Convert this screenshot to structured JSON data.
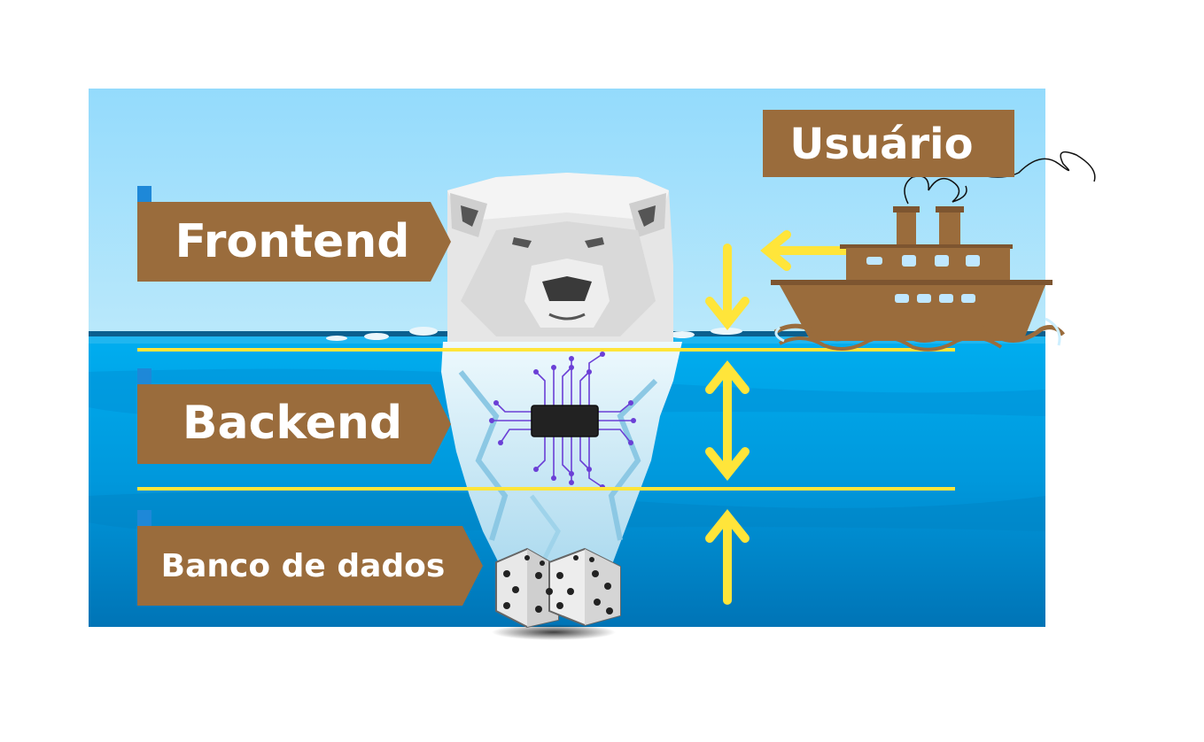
{
  "labels": {
    "user": "Usuário",
    "frontend": "Frontend",
    "backend": "Backend",
    "database": "Banco de dados"
  },
  "icons": {
    "polar_bear": "polar-bear-icon",
    "chip": "microchip-icon",
    "dice": "dice-icon",
    "ship": "ship-icon"
  },
  "colors": {
    "sky": "#94dbfb",
    "water_top": "#00a8ec",
    "water_bottom": "#0077b8",
    "tag": "#9a6c3c",
    "divider": "#ffe53a",
    "arrow": "#ffe53a",
    "chip_lines": "#6b3fd6"
  }
}
